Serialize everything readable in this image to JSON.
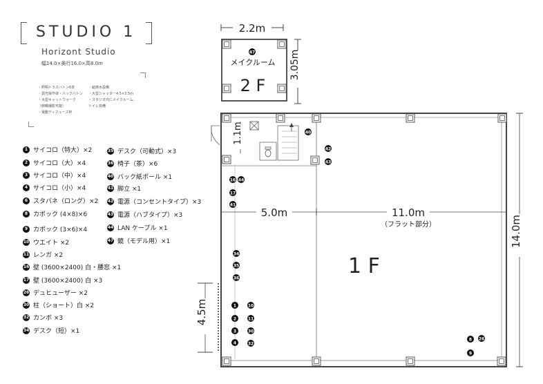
{
  "header": {
    "title": "STUDIO 1",
    "subtitle": "Horizont Studio",
    "dimensions": "幅14.0×奥行16.0×高8.0m",
    "specs_left": [
      "・照明トラスバトン6本",
      "・調光操作卓・バックバトン",
      "・大型キャットウォーク",
      "（俯瞰撮影可能）",
      "・電動ディフューズ枠"
    ],
    "specs_right": [
      "・給排水設備",
      "・大型シャッター4.5×3.5m",
      "・スタジオ内にメイクルーム、",
      "トイレ完備"
    ]
  },
  "legend": {
    "left": [
      {
        "n": "1",
        "text": "サイコロ（特大）×2"
      },
      {
        "n": "2",
        "text": "サイコロ（大）×4"
      },
      {
        "n": "3",
        "text": "サイコロ（中）×4"
      },
      {
        "n": "4",
        "text": "サイコロ（小）×4"
      },
      {
        "n": "6",
        "text": "スタパネ（ロング）×2"
      },
      {
        "n": "8",
        "text": "カポック (4×8)×6"
      },
      {
        "n": "9",
        "text": "カポック (3×6)×4"
      },
      {
        "n": "10",
        "text": "ウエイト ×2"
      },
      {
        "n": "11",
        "text": "レンガ ×2"
      },
      {
        "n": "16",
        "text": "壁 (3600×2400) 白・腰窓 ×1"
      },
      {
        "n": "17",
        "text": "壁 (3600×2400) 白 ×3"
      },
      {
        "n": "26",
        "text": "デュヒューザー ×2"
      },
      {
        "n": "30",
        "text": "柱（ショート）白 ×2"
      },
      {
        "n": "32",
        "text": "カンボ ×3"
      },
      {
        "n": "34",
        "text": "デスク（短）×1"
      }
    ],
    "right": [
      {
        "n": "35",
        "text": "デスク（可動式）×3"
      },
      {
        "n": "36",
        "text": "椅子（茶）×6"
      },
      {
        "n": "40",
        "text": "バック紙ポール ×1"
      },
      {
        "n": "41",
        "text": "脚立 ×1"
      },
      {
        "n": "42",
        "text": "電源（コンセントタイプ）×3"
      },
      {
        "n": "43",
        "text": "電源（ハブタイプ）×3"
      },
      {
        "n": "44",
        "text": "LAN ケーブル ×1"
      },
      {
        "n": "47",
        "text": "鏡（モデル用）×1"
      }
    ]
  },
  "plan": {
    "dim_2f_width": "2.2m",
    "dim_2f_depth": "3.05m",
    "room_2f_label": "メイクルーム",
    "floor_2f": "2 F",
    "dim_1f_small": "1.1m",
    "dim_left": "5.0m",
    "dim_right": "11.0m",
    "dim_right_note": "（フラット部分）",
    "dim_depth": "14.0m",
    "dim_shutter": "4.5m",
    "floor_1f": "1 F",
    "markers": {
      "m47": "47",
      "m40": "40",
      "m42": "42",
      "m43": "43",
      "m16": "16",
      "m44": "44",
      "m17": "17",
      "m41": "41",
      "m34": "34",
      "m35": "35",
      "m36": "36",
      "m1": "1",
      "m10": "10",
      "m2": "2",
      "m11": "11",
      "m3": "3",
      "m30": "30",
      "m4": "4",
      "m32": "32",
      "m8": "8",
      "m26": "26",
      "m9": "9"
    }
  }
}
